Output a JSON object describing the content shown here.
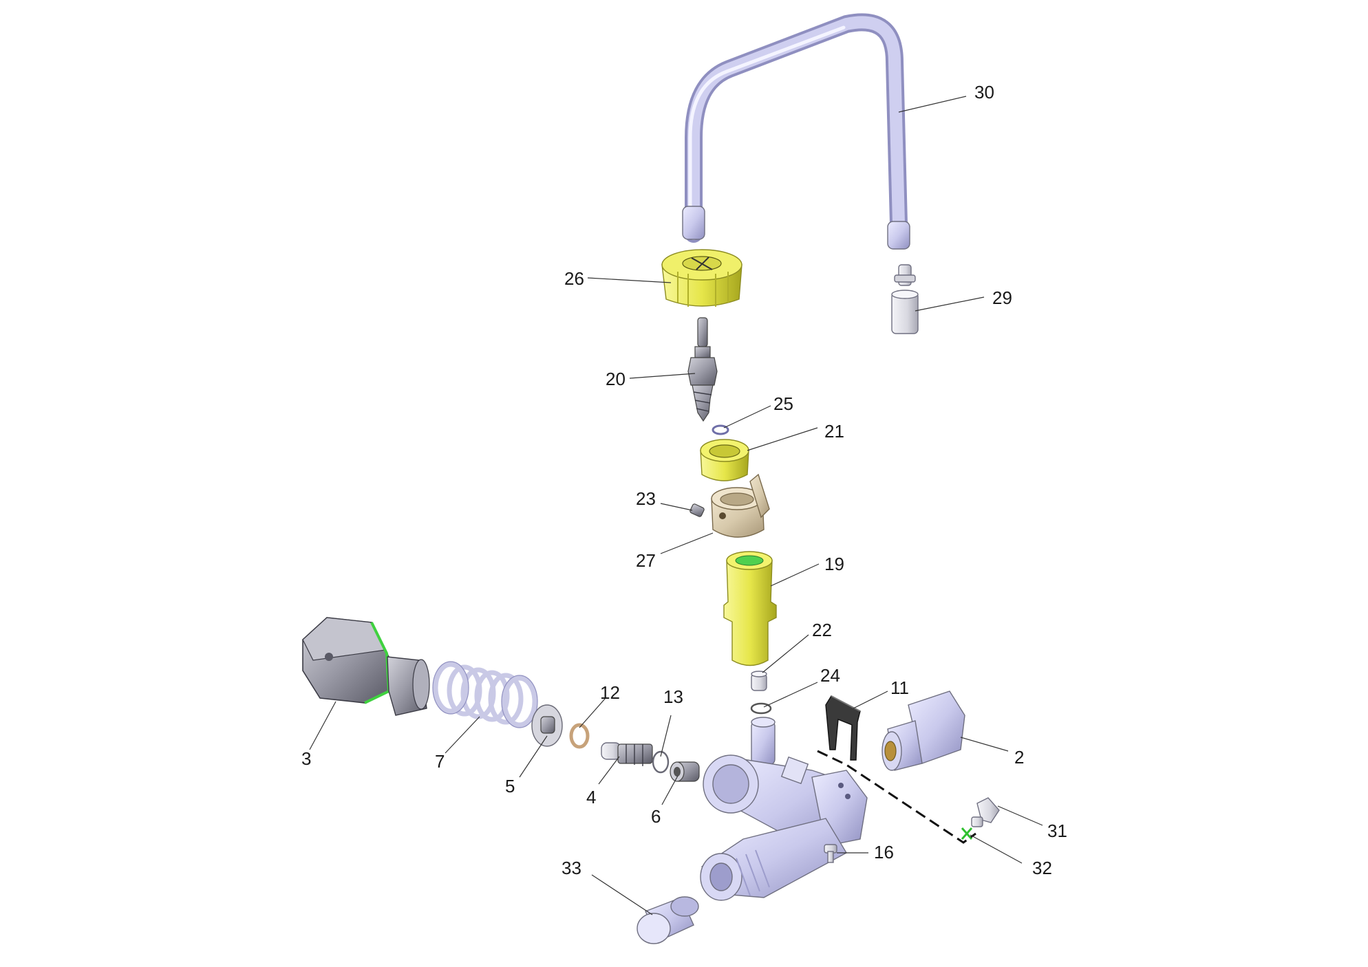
{
  "callouts": [
    {
      "id": "c30",
      "label": "30"
    },
    {
      "id": "c26",
      "label": "26"
    },
    {
      "id": "c29",
      "label": "29"
    },
    {
      "id": "c20",
      "label": "20"
    },
    {
      "id": "c25",
      "label": "25"
    },
    {
      "id": "c21",
      "label": "21"
    },
    {
      "id": "c23",
      "label": "23"
    },
    {
      "id": "c27",
      "label": "27"
    },
    {
      "id": "c19",
      "label": "19"
    },
    {
      "id": "c22",
      "label": "22"
    },
    {
      "id": "c24",
      "label": "24"
    },
    {
      "id": "c11",
      "label": "11"
    },
    {
      "id": "c12",
      "label": "12"
    },
    {
      "id": "c13",
      "label": "13"
    },
    {
      "id": "c2",
      "label": "2"
    },
    {
      "id": "c3",
      "label": "3"
    },
    {
      "id": "c7",
      "label": "7"
    },
    {
      "id": "c5",
      "label": "5"
    },
    {
      "id": "c4",
      "label": "4"
    },
    {
      "id": "c6",
      "label": "6"
    },
    {
      "id": "c31",
      "label": "31"
    },
    {
      "id": "c16",
      "label": "16"
    },
    {
      "id": "c32",
      "label": "32"
    },
    {
      "id": "c33",
      "label": "33"
    }
  ],
  "colors": {
    "lavender": "#c9c9ec",
    "lavender_dark": "#9d9dcc",
    "yellow": "#e6e64a",
    "yellow_dark": "#b9b92a",
    "tan": "#d7c9ab",
    "gray": "#9a9aa6",
    "gray_dark": "#5a5a66",
    "silver": "#e0e0e6",
    "green": "#3fd13f",
    "black": "#222222"
  }
}
